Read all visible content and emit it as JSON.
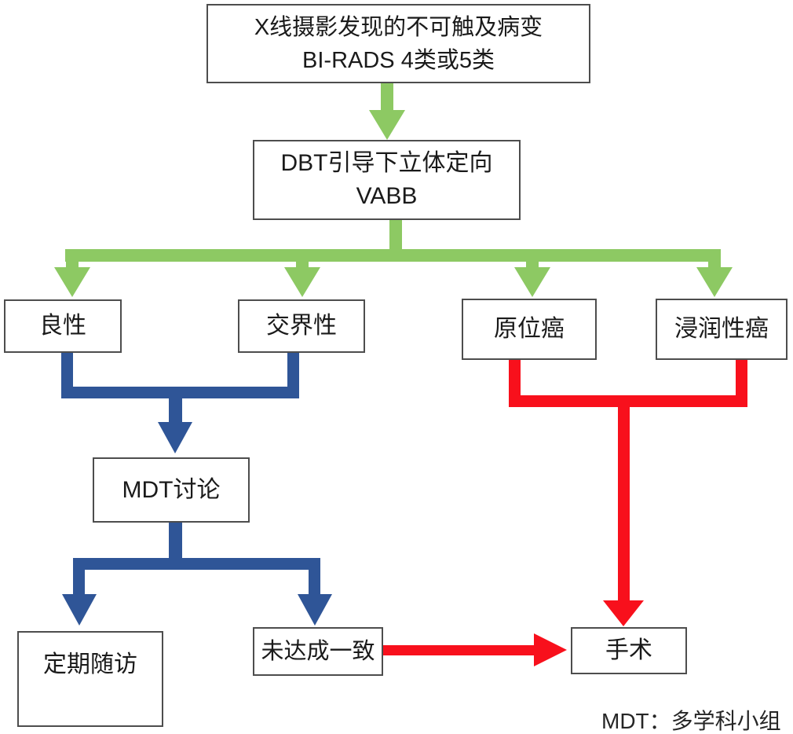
{
  "title": "DBT-guided stereotactic VABB pathway flowchart",
  "colors": {
    "green": "#8dc963",
    "blue": "#2f5597",
    "red": "#f8101c",
    "box_border": "#4d4d4d",
    "text": "#1a1a1a"
  },
  "nodes": {
    "screening": {
      "line1": "X线摄影发现的不可触及病变",
      "line2": "BI-RADS 4类或5类"
    },
    "vabb": {
      "line1": "DBT引导下立体定向",
      "line2": "VABB"
    },
    "benign": {
      "label": "良性"
    },
    "borderline": {
      "label": "交界性"
    },
    "carcinoma_in_situ": {
      "label": "原位癌"
    },
    "invasive_carcinoma": {
      "label": "浸润性癌"
    },
    "mdt_discussion": {
      "label": "MDT讨论"
    },
    "regular_follow_up": {
      "label": "定期随访"
    },
    "no_consensus": {
      "label": "未达成一致"
    },
    "surgery": {
      "label": "手术"
    }
  },
  "footnote": "MDT：多学科小组",
  "arrows": {
    "green_flow": "screening → VABB → pathology results (benign / borderline / carcinoma in situ / invasive carcinoma)",
    "blue_flow": "benign + borderline → MDT discussion → regular follow-up / no consensus",
    "red_flow": "carcinoma in situ + invasive carcinoma → surgery; no consensus → surgery"
  }
}
